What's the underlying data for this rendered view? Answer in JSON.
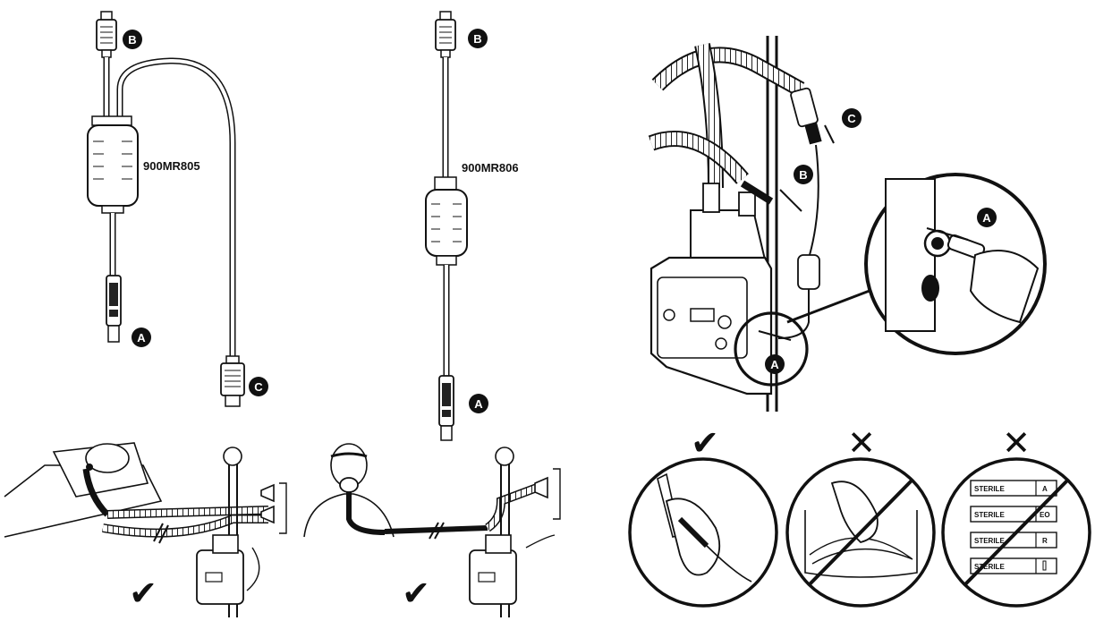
{
  "cables": [
    {
      "model": "900MR805",
      "connectors": [
        "A",
        "B",
        "C"
      ]
    },
    {
      "model": "900MR806",
      "connectors": [
        "A",
        "B"
      ]
    }
  ],
  "install_callouts": [
    "A",
    "B",
    "C",
    "A"
  ],
  "handling": {
    "correct_symbol": "✔",
    "wrong_symbol": "✕",
    "sterile_labels": [
      {
        "text": "STERILE",
        "code": "A"
      },
      {
        "text": "STERILE",
        "code": "EO"
      },
      {
        "text": "STERILE",
        "code": "R"
      },
      {
        "text": "STERILE",
        "code": ""
      }
    ]
  },
  "patient_setups": [
    {
      "label": "invasive-ventilation",
      "status": "✔"
    },
    {
      "label": "mask-ventilation",
      "status": "✔"
    }
  ]
}
